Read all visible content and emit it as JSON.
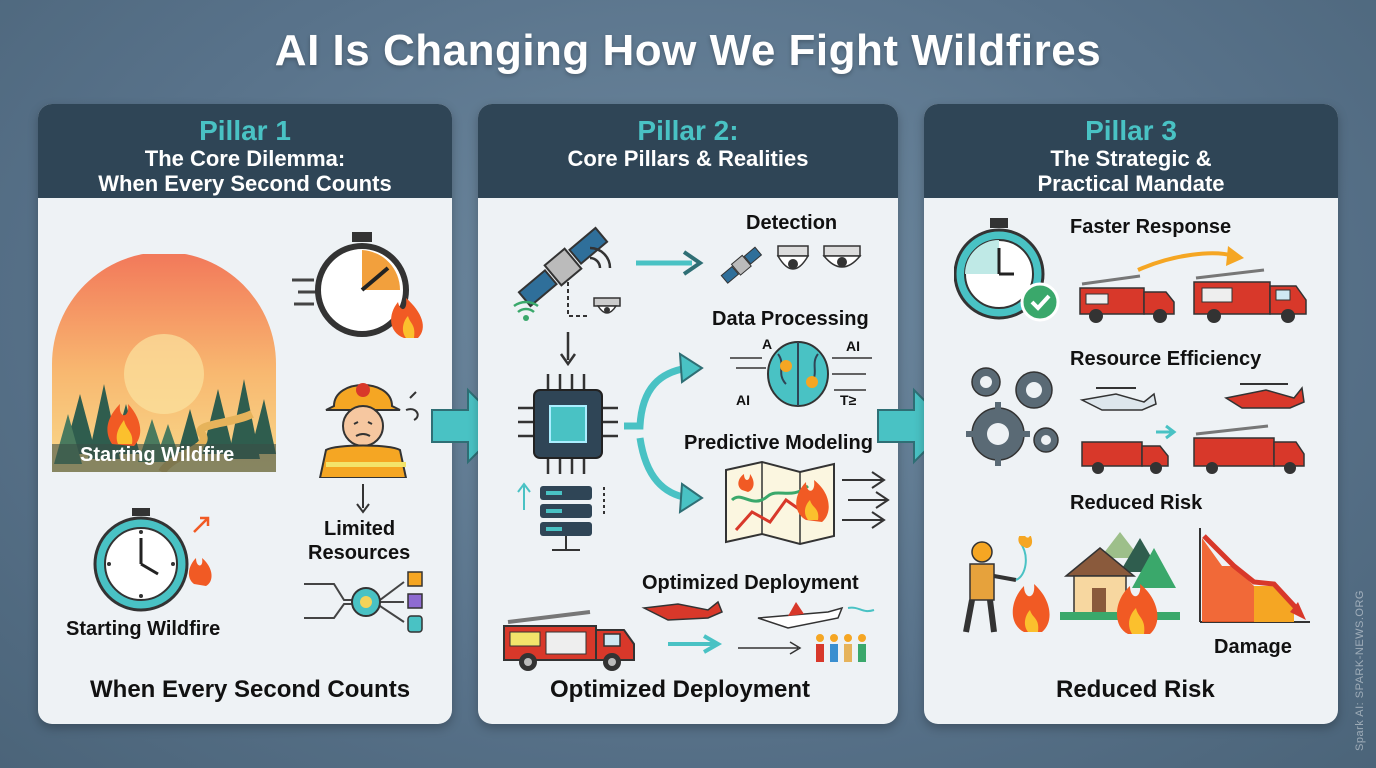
{
  "title": "AI Is Changing How We Fight Wildfires",
  "pillars": [
    {
      "label": "Pillar 1",
      "subtitle_line1": "The Core Dilemma:",
      "subtitle_line2": "When Every Second Counts",
      "image_caption": "Starting Wildfire",
      "resources_label_line1": "Limited",
      "resources_label_line2": "Resources",
      "clock_caption": "Starting Wildfire",
      "footer": "When Every Second Counts"
    },
    {
      "label": "Pillar 2:",
      "subtitle_line1": "Core Pillars & Realities",
      "detection": "Detection",
      "data_processing": "Data Processing",
      "predictive_modeling": "Predictive Modeling",
      "optimized_deployment": "Optimized Deployment",
      "footer": "Optimized  Deployment"
    },
    {
      "label": "Pillar 3",
      "subtitle_line1": "The Strategic &",
      "subtitle_line2": "Practical Mandate",
      "faster_response": "Faster Response",
      "resource_efficiency": "Resource Efficiency",
      "reduced_risk_label": "Reduced Risk",
      "damage": "Damage",
      "footer": "Reduced Risk"
    }
  ],
  "watermark": "Spark AI: SPARK-NEWS.ORG",
  "colors": {
    "teal": "#49c2c4",
    "header": "#2f4556",
    "panel": "#eef2f5",
    "fire": "#f15a24",
    "truck": "#d8382a"
  }
}
